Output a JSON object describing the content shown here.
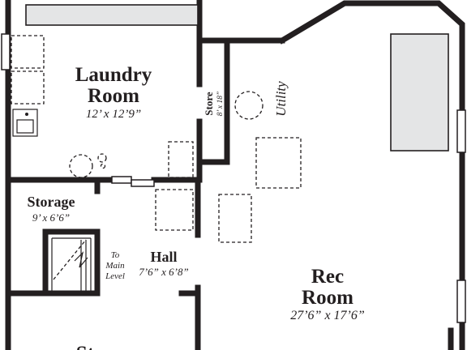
{
  "plan": {
    "rooms": {
      "laundry": {
        "name_line1": "Laundry",
        "name_line2": "Room",
        "dims": "12’ x 12’9”"
      },
      "store_closet": {
        "name": "Store",
        "dims": "8’ x 18”"
      },
      "utility": {
        "name": "Utility"
      },
      "storage": {
        "name": "Storage",
        "dims": "9’ x 6’6”"
      },
      "hall": {
        "name": "Hall",
        "dims": "7’6” x 6’8”"
      },
      "stairs_note": {
        "line1": "To",
        "line2": "Main",
        "line3": "Level"
      },
      "rec": {
        "name_line1": "Rec",
        "name_line2": "Room",
        "dims": "27’6” x 17’6”"
      },
      "store_bottom": {
        "name": "Store"
      }
    }
  }
}
